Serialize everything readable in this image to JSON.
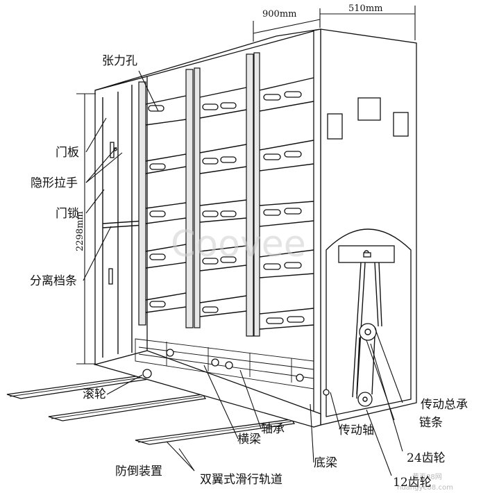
{
  "dimensions": {
    "width_label": "900mm",
    "depth_label": "510mm",
    "height_label": "2298mm"
  },
  "labels": {
    "tension_hole": "张力孔",
    "door_panel": "门板",
    "hidden_handle": "隐形拉手",
    "door_lock": "门锁",
    "separator_strip": "分离档条",
    "roller": "滚轮",
    "crossbeam": "横梁",
    "bearing": "轴承",
    "anti_tip_device": "防倒装置",
    "double_wing_rail": "双翼式滑行轨道",
    "transmission_assembly": "传动总承",
    "chain": "链条",
    "transmission_shaft": "传动轴",
    "base_beam": "底梁",
    "gear_24": "24齿轮",
    "gear_12": "12齿轮"
  },
  "watermarks": {
    "main": "Coovee",
    "corner_line1": "黄页88网",
    "corner_line2": "huangye88.com"
  }
}
